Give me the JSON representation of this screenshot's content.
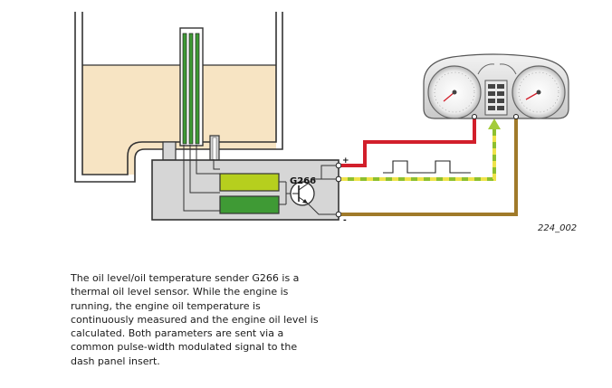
{
  "diagram": {
    "sensor_label": "G266",
    "figure_id": "224_002",
    "terminal_plus": "+",
    "terminal_minus": "-"
  },
  "caption": {
    "lines": [
      "The oil level/oil temperature sender G266 is a",
      "thermal oil level sensor. While the engine is",
      "running, the engine oil temperature is",
      "continuously measured and the engine oil level is",
      "calculated. Both parameters are sent via a",
      "common pulse-width modulated signal to the",
      "dash panel insert."
    ]
  },
  "colors": {
    "oil": "#f7e4c3",
    "housing": "#d6d6d6",
    "element_light": "#b6cf1e",
    "element_dark": "#3f9a35",
    "wire_positive": "#d21f2b",
    "wire_signal_green": "#8dbf2e",
    "wire_signal_yellow": "#efe34a",
    "wire_ground": "#a07a2a",
    "arrow": "#a3cc3a"
  },
  "icons": {
    "dash_panel": "instrument-cluster-icon",
    "transistor": "transistor-icon",
    "arrow": "arrow-up-icon"
  }
}
